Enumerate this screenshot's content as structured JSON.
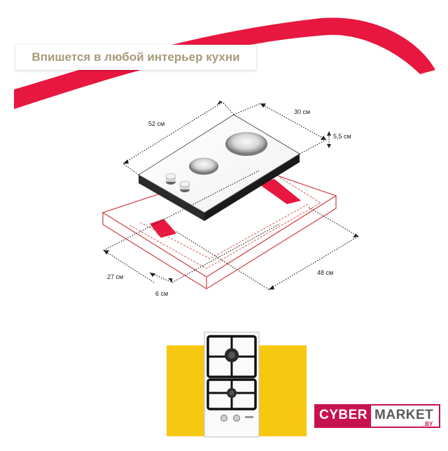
{
  "banner": {
    "title": "Впишется в любой интерьер кухни"
  },
  "dimensions": {
    "width_top": "52 см",
    "depth_top": "30 см",
    "height": "5,5 см",
    "depth_cutout": "27 см",
    "width_cutout": "48 см",
    "margin": "6 см"
  },
  "brand": {
    "part1": "CYBER",
    "part2": "MARKET",
    "tld": ".BY"
  },
  "colors": {
    "accent_red": "#e8173f",
    "yellow": "#f6c910",
    "cabinet_line": "#d24a4a",
    "text_gold": "#a89a7a"
  }
}
